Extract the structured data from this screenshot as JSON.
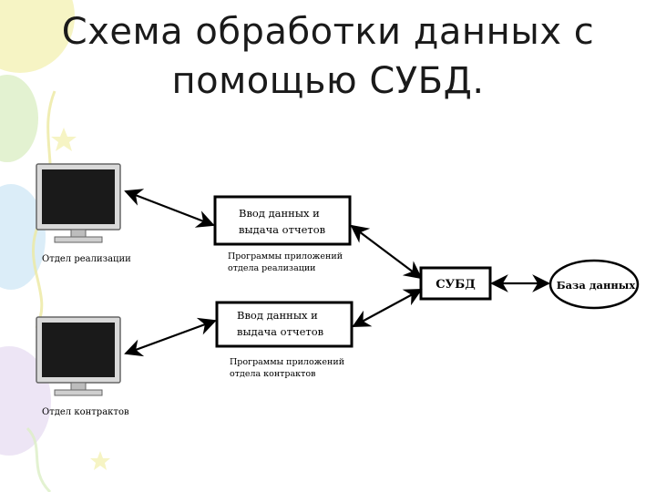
{
  "title": {
    "line1": "Схема обработки данных с",
    "line2": "помощью СУБД."
  },
  "diagram": {
    "computer_top_label": "Отдел реализации",
    "computer_bottom_label": "Отдел контрактов",
    "box_top": {
      "line1": "Ввод данных и",
      "line2": "выдача отчетов"
    },
    "box_top_caption": {
      "line1": "Программы приложений",
      "line2": "отдела реализации"
    },
    "box_bottom": {
      "line1": "Ввод данных и",
      "line2": "выдача отчетов"
    },
    "box_bottom_caption": {
      "line1": "Программы приложений",
      "line2": "отдела контрактов"
    },
    "dbms_label": "СУБД",
    "database_label": "База данных"
  },
  "colors": {
    "title_text": "#1a1a1a",
    "lines": "#000000",
    "deco_yellow": "#f2efa0",
    "deco_green": "#d9efc0",
    "deco_blue": "#cfe6f5",
    "deco_lavender": "#e6dcf2"
  }
}
